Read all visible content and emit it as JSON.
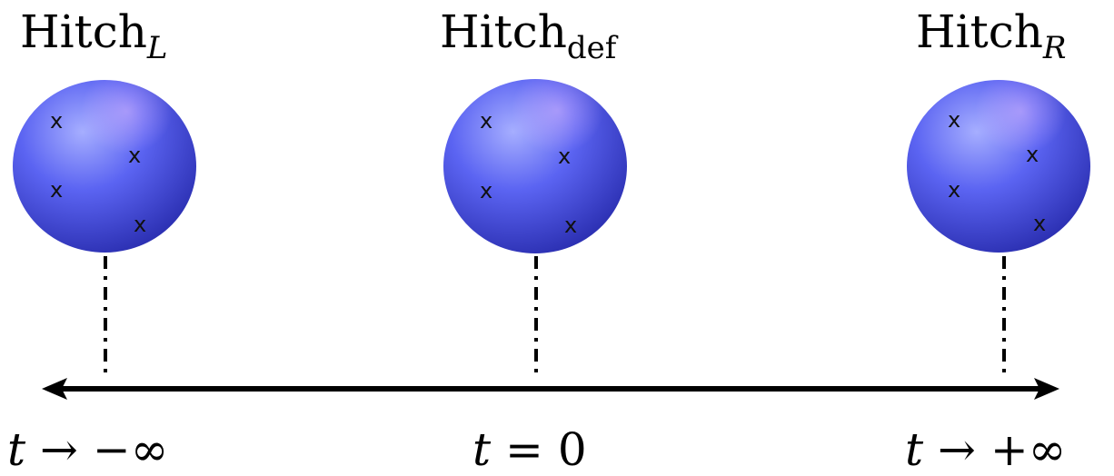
{
  "hitches": [
    {
      "name": "Hitch",
      "sub": "L",
      "sub_italic": true,
      "marks": [
        "x",
        "x",
        "x",
        "x"
      ],
      "time_var": "t",
      "time_rel": "→",
      "time_val": "−∞"
    },
    {
      "name": "Hitch",
      "sub": "def",
      "sub_italic": false,
      "marks": [
        "x",
        "x",
        "x",
        "x"
      ],
      "time_var": "t",
      "time_rel": "=",
      "time_val": "0"
    },
    {
      "name": "Hitch",
      "sub": "R",
      "sub_italic": true,
      "marks": [
        "x",
        "x",
        "x",
        "x"
      ],
      "time_var": "t",
      "time_rel": "→",
      "time_val": "+∞"
    }
  ],
  "colors": {
    "sphere_light": "#9aa2ff",
    "sphere_mid": "#5a63f0",
    "sphere_dark": "#2b2fb8",
    "axis": "#000000"
  }
}
